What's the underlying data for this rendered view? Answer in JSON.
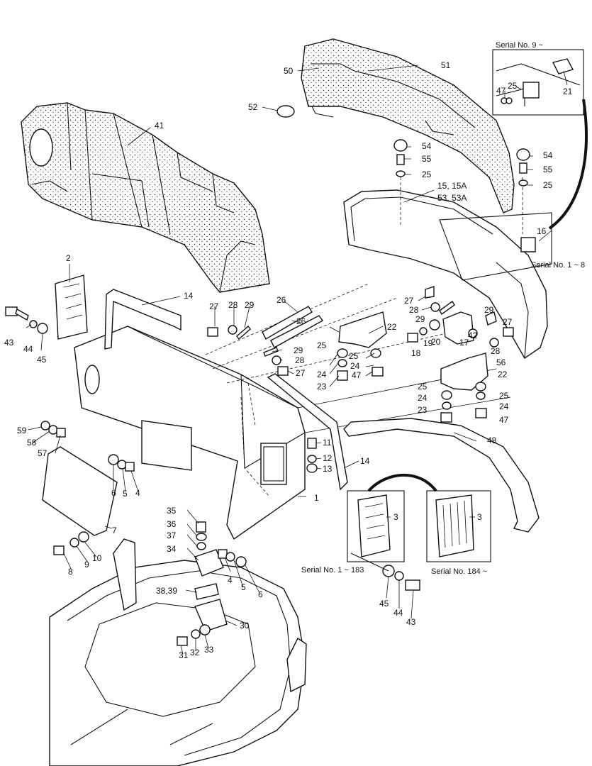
{
  "callouts": [
    {
      "id": "51",
      "text": "51"
    },
    {
      "id": "50",
      "text": "50"
    },
    {
      "id": "52",
      "text": "52"
    },
    {
      "id": "41",
      "text": "41"
    },
    {
      "id": "54a",
      "text": "54"
    },
    {
      "id": "55a",
      "text": "55"
    },
    {
      "id": "25a",
      "text": "25"
    },
    {
      "id": "15",
      "text": "15, 15A"
    },
    {
      "id": "53",
      "text": "53, 53A"
    },
    {
      "id": "54b",
      "text": "54"
    },
    {
      "id": "55b",
      "text": "55"
    },
    {
      "id": "25b",
      "text": "25"
    },
    {
      "id": "16",
      "text": "16"
    },
    {
      "id": "2",
      "text": "2"
    },
    {
      "id": "14a",
      "text": "14"
    },
    {
      "id": "27a",
      "text": "27"
    },
    {
      "id": "28a",
      "text": "28"
    },
    {
      "id": "29a",
      "text": "29"
    },
    {
      "id": "26a",
      "text": "26"
    },
    {
      "id": "26b",
      "text": "26"
    },
    {
      "id": "22a",
      "text": "22"
    },
    {
      "id": "27b",
      "text": "27"
    },
    {
      "id": "28b",
      "text": "28"
    },
    {
      "id": "29b",
      "text": "29"
    },
    {
      "id": "19",
      "text": "19"
    },
    {
      "id": "18",
      "text": "18"
    },
    {
      "id": "20",
      "text": "20"
    },
    {
      "id": "42",
      "text": "42"
    },
    {
      "id": "17",
      "text": "17"
    },
    {
      "id": "29c",
      "text": "29"
    },
    {
      "id": "27c",
      "text": "27"
    },
    {
      "id": "28c",
      "text": "28"
    },
    {
      "id": "56",
      "text": "56"
    },
    {
      "id": "22b",
      "text": "22"
    },
    {
      "id": "43a",
      "text": "43"
    },
    {
      "id": "44a",
      "text": "44"
    },
    {
      "id": "45a",
      "text": "45"
    },
    {
      "id": "29d",
      "text": "29"
    },
    {
      "id": "28d",
      "text": "28"
    },
    {
      "id": "27d",
      "text": "27"
    },
    {
      "id": "25c",
      "text": "25"
    },
    {
      "id": "24a",
      "text": "24"
    },
    {
      "id": "23a",
      "text": "23"
    },
    {
      "id": "25d",
      "text": "25"
    },
    {
      "id": "24b",
      "text": "24"
    },
    {
      "id": "47a",
      "text": "47"
    },
    {
      "id": "25e",
      "text": "25"
    },
    {
      "id": "24c",
      "text": "24"
    },
    {
      "id": "23b",
      "text": "23"
    },
    {
      "id": "25f",
      "text": "25"
    },
    {
      "id": "24d",
      "text": "24"
    },
    {
      "id": "47b",
      "text": "47"
    },
    {
      "id": "59",
      "text": "59"
    },
    {
      "id": "58",
      "text": "58"
    },
    {
      "id": "57",
      "text": "57"
    },
    {
      "id": "11",
      "text": "11"
    },
    {
      "id": "12",
      "text": "12"
    },
    {
      "id": "13",
      "text": "13"
    },
    {
      "id": "14b",
      "text": "14"
    },
    {
      "id": "48",
      "text": "48"
    },
    {
      "id": "6a",
      "text": "6"
    },
    {
      "id": "5a",
      "text": "5"
    },
    {
      "id": "4a",
      "text": "4"
    },
    {
      "id": "1",
      "text": "1"
    },
    {
      "id": "7",
      "text": "7"
    },
    {
      "id": "3a",
      "text": "3"
    },
    {
      "id": "3b",
      "text": "3"
    },
    {
      "id": "35",
      "text": "35"
    },
    {
      "id": "36",
      "text": "36"
    },
    {
      "id": "37",
      "text": "37"
    },
    {
      "id": "34",
      "text": "34"
    },
    {
      "id": "4b",
      "text": "4"
    },
    {
      "id": "5b",
      "text": "5"
    },
    {
      "id": "6b",
      "text": "6"
    },
    {
      "id": "8",
      "text": "8"
    },
    {
      "id": "9",
      "text": "9"
    },
    {
      "id": "10",
      "text": "10"
    },
    {
      "id": "3839",
      "text": "38,39"
    },
    {
      "id": "30",
      "text": "30"
    },
    {
      "id": "31",
      "text": "31"
    },
    {
      "id": "32",
      "text": "32"
    },
    {
      "id": "33",
      "text": "33"
    },
    {
      "id": "45b",
      "text": "45"
    },
    {
      "id": "44b",
      "text": "44"
    },
    {
      "id": "43b",
      "text": "43"
    },
    {
      "id": "47c",
      "text": "47"
    },
    {
      "id": "25g",
      "text": "25"
    },
    {
      "id": "21",
      "text": "21"
    }
  ],
  "notes": {
    "serial_9": "Serial No. 9 ~",
    "serial_1_8": "Serial No. 1 ~ 8",
    "serial_1_183": "Serial No. 1 ~  183",
    "serial_184": "Serial No. 184 ~"
  }
}
